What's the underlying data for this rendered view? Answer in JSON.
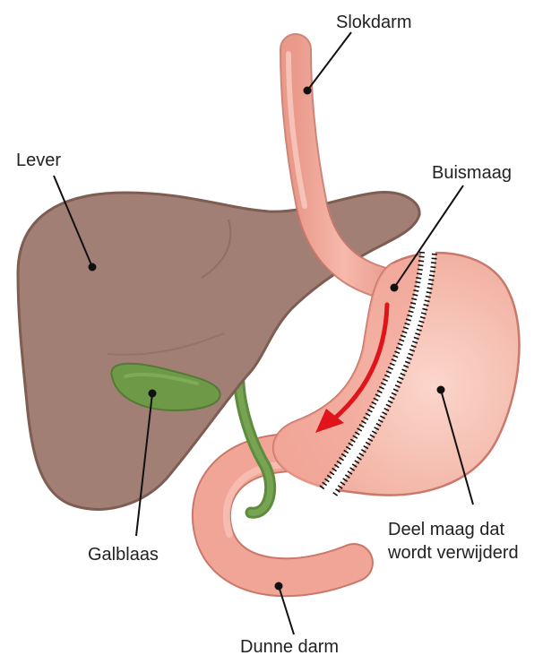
{
  "labels": {
    "slokdarm": "Slokdarm",
    "lever": "Lever",
    "buismaag": "Buismaag",
    "galblaas": "Galblaas",
    "deel_maag_line1": "Deel maag dat",
    "deel_maag_line2": "wordt verwijderd",
    "dunne_darm": "Dunne darm"
  },
  "colors": {
    "liver": "#a27f75",
    "liver_outline": "#7e5d53",
    "gallbladder": "#6e9a48",
    "bile_duct": "#5f8b3c",
    "gut": "#f1a597",
    "gut_outline": "#c9786a",
    "stomach": "#f5b6a6",
    "stitch": "#111111",
    "arrow": "#e0141b",
    "leader": "#111111"
  }
}
